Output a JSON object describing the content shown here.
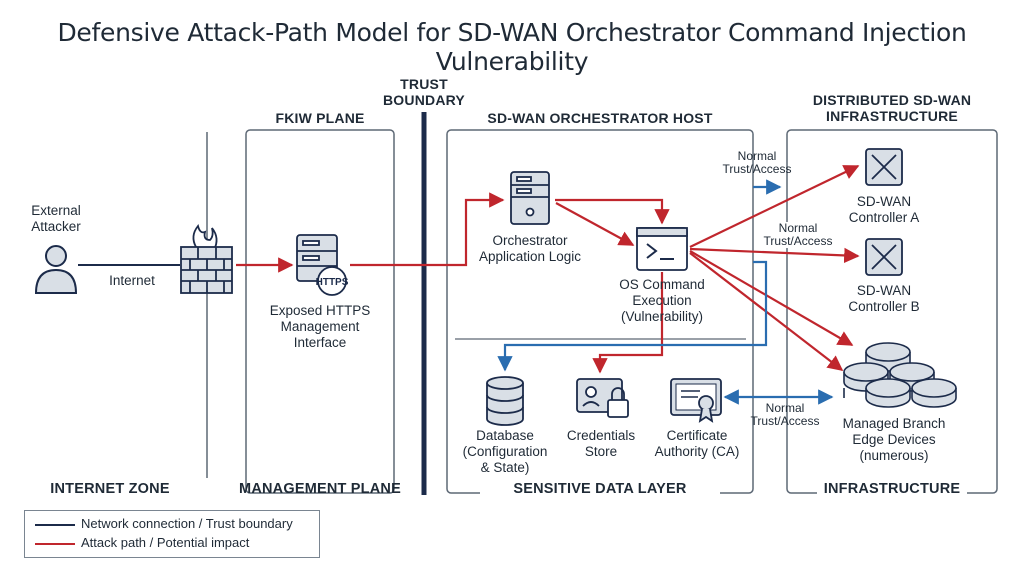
{
  "title": "Defensive Attack-Path Model for SD-WAN Orchestrator Command Injection Vulnerability",
  "zones": {
    "internet": "INTERNET ZONE",
    "flow_plane": "FKIW PLANE",
    "management_plane": "MANAGEMENT PLANE",
    "trust_boundary": [
      "TRUST",
      "BOUNDARY"
    ],
    "orchestrator_host": "SD-WAN ORCHESTRATOR HOST",
    "sensitive_data": "SENSITIVE DATA LAYER",
    "distributed": [
      "DISTRIBUTED SD-WAN",
      "INFRASTRUCTURE"
    ],
    "infrastructure": "INFRASTRUCTURE"
  },
  "nodes": {
    "attacker": [
      "External",
      "Attacker"
    ],
    "internet": "Internet",
    "https_badge": "HTTPS",
    "https_interface": [
      "Exposed HTTPS",
      "Management",
      "Interface"
    ],
    "orchestrator": [
      "Orchestrator",
      "Application Logic"
    ],
    "os_command": [
      "OS Command",
      "Execution",
      "(Vulnerability)"
    ],
    "database": [
      "Database",
      "(Configuration",
      "& State)"
    ],
    "credentials": [
      "Credentials",
      "Store"
    ],
    "ca": [
      "Certificate",
      "Authority (CA)"
    ],
    "controller_a": [
      "SD-WAN",
      "Controller A"
    ],
    "controller_b": [
      "SD-WAN",
      "Controller B"
    ],
    "branch": [
      "Managed Branch",
      "Edge Devices",
      "(numerous)"
    ]
  },
  "edge_labels": {
    "trust_access_1": [
      "Normal",
      "Trust/Access"
    ],
    "trust_access_2": [
      "Normal",
      "Trust/Access"
    ],
    "trust_access_3": [
      "Normal",
      "Trust/Access"
    ]
  },
  "legend": {
    "network": "Network connection / Trust boundary",
    "attack": "Attack path / Potential impact"
  },
  "colors": {
    "navy": "#1c2b4a",
    "attack_red": "#c0262d",
    "trust_blue": "#2a6db0",
    "box_border": "#5d6875",
    "icon_fill": "#d9dfe6"
  }
}
